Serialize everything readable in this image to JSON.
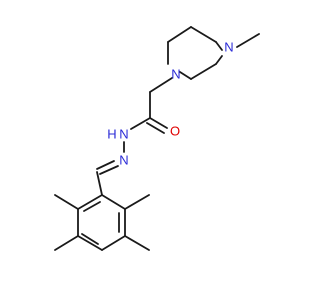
{
  "molecule": {
    "atoms": [
      {
        "id": "N4",
        "label": "N",
        "color": "#2b2bd6"
      },
      {
        "id": "N1",
        "label": "N",
        "color": "#2b2bd6"
      },
      {
        "id": "O",
        "label": "O",
        "color": "#e00000"
      },
      {
        "id": "NH",
        "label": "N",
        "color": "#2b2bd6"
      },
      {
        "id": "H",
        "label": "H",
        "color": "#2b2bd6"
      },
      {
        "id": "NI",
        "label": "N",
        "color": "#2b2bd6"
      }
    ],
    "colors": {
      "bond": "#1a1a1a",
      "nitrogen": "#2b2bd6",
      "oxygen": "#e00000"
    }
  }
}
